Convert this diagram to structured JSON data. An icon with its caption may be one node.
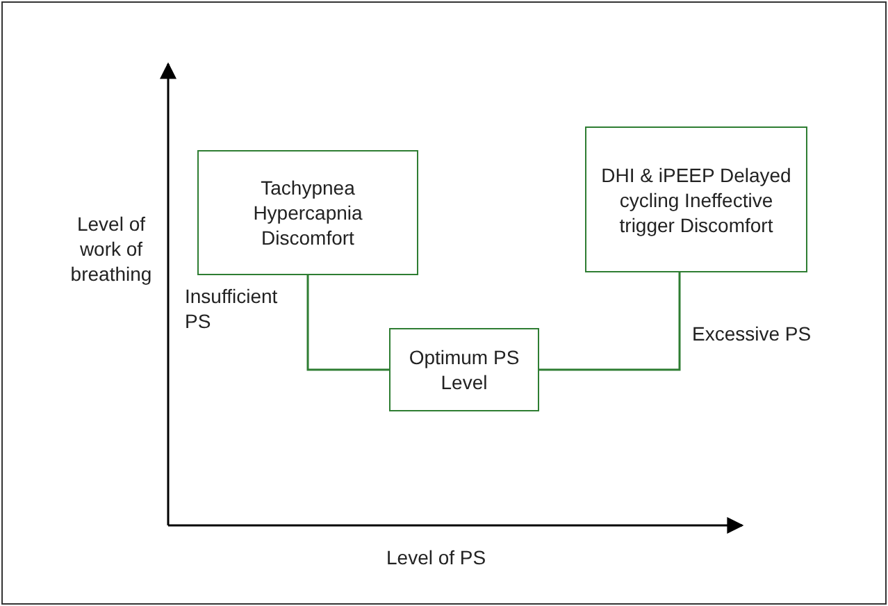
{
  "diagram": {
    "nodes": [
      {
        "text": [
          "Tachypnea Hypercapnia Discomfort"
        ]
      },
      {
        "text": [
          "Optimum PS Level"
        ]
      },
      {
        "text": [
          "DHI & iPEEP Delayed cycling Ineffective trigger Discomfort"
        ]
      }
    ],
    "edges": [
      {
        "from": 0,
        "to": 1,
        "arrow": "none",
        "label": "Insufficient PS"
      },
      {
        "from": 1,
        "to": 2,
        "arrow": "none",
        "label": "Excessive PS"
      }
    ],
    "labels": [
      "Level of work of breathing",
      "Level of PS"
    ]
  }
}
